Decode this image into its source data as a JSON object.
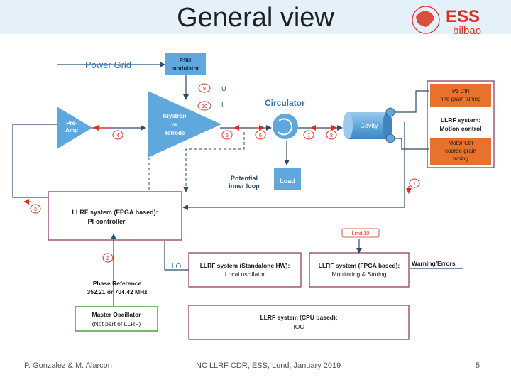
{
  "slide": {
    "title": "General view",
    "logo": {
      "name": "ESS Bilbao",
      "text_top": "ESS",
      "text_bottom": "bilbao",
      "color": "#d9301c"
    },
    "footer": {
      "left": "P. Gonzalez & M. Alarcon",
      "center": "NC LLRF CDR, ESS, Lund, January 2019",
      "page": "5"
    }
  },
  "colors": {
    "header_band": "#e4f0fa",
    "orange_box": "#e8722c",
    "blue_shape": "#5fa8de",
    "llrf_box_border": "#8a2f5a",
    "master_osc_border": "#5aa44a",
    "marker_red": "#d9301c",
    "arrow_blue": "#2f6ea8",
    "text_blue": "#2e75b6"
  },
  "diagram": {
    "power_grid": "Power Grid",
    "psu": [
      "PSU",
      "modulator"
    ],
    "u_label": "U",
    "i_label": "I",
    "circulator": "Circulator",
    "pre_amp": [
      "Pre-",
      "Amp"
    ],
    "klystron": [
      "Klystron",
      "or",
      "Tetrode"
    ],
    "cavity": "Cavity",
    "pz_ctrl": [
      "Pz Ctrl",
      "fine grain tuning"
    ],
    "motion_control": [
      "LLRF system:",
      "Motion control"
    ],
    "motor_ctrl": [
      "Motor Ctrl",
      "coarse grain",
      "tuning"
    ],
    "inner_loop": [
      "Potential",
      "inner loop"
    ],
    "load": "Load",
    "pi_controller": [
      "LLRF system (FPGA based):",
      "PI-controller"
    ],
    "lo_label": "LO",
    "local_osc": [
      "LLRF system (Standalone HW):",
      "Local oscillator"
    ],
    "monitoring": [
      "LLRF system (FPGA based):",
      "Monitoring & Storing"
    ],
    "warnings": "Warning/Errors",
    "small_label": "Limit 10",
    "phase_reference": [
      "Phase Reference",
      "352.21 or 704.42 MHz"
    ],
    "master_osc": [
      "Master Oscillator",
      "(Not part of LLRF)"
    ],
    "ioc": [
      "LLRF system (CPU based):",
      "IOC"
    ],
    "markers": [
      "1",
      "2",
      "3",
      "4",
      "5",
      "6",
      "7",
      "8",
      "9",
      "10"
    ]
  }
}
